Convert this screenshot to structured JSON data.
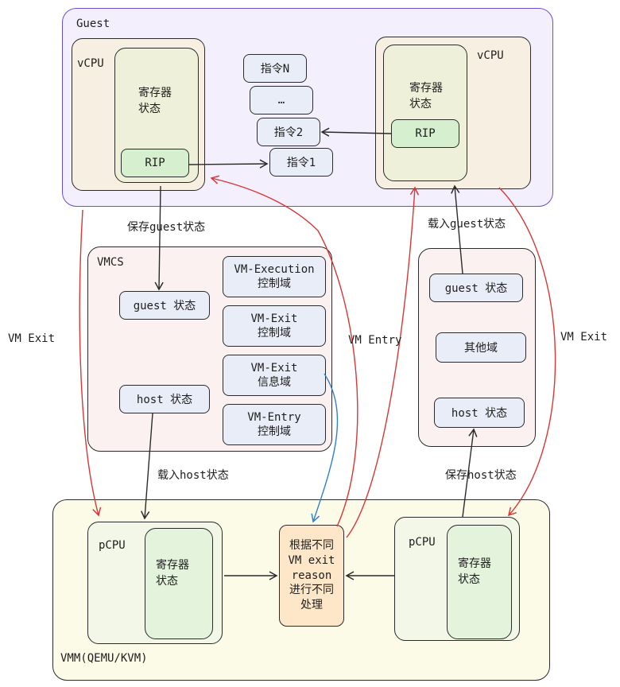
{
  "guest": {
    "title": "Guest",
    "left_vcpu": {
      "label": "vCPU",
      "registers": "寄存器\n状态",
      "rip": "RIP"
    },
    "right_vcpu": {
      "label": "vCPU",
      "registers": "寄存器\n状态",
      "rip": "RIP"
    },
    "instructions": [
      "指令N",
      "…",
      "指令2",
      "指令1"
    ]
  },
  "vmcs": {
    "title": "VMCS",
    "guest_state": "guest 状态",
    "host_state": "host 状态",
    "areas": [
      "VM-Execution\n控制域",
      "VM-Exit\n控制域",
      "VM-Exit\n信息域",
      "VM-Entry\n控制域"
    ]
  },
  "right_vmcs": {
    "guest_state": "guest 状态",
    "other": "其他域",
    "host_state": "host 状态"
  },
  "vmm": {
    "title": "VMM(QEMU/KVM)",
    "left_pcpu": {
      "label": "pCPU",
      "registers": "寄存器\n状态"
    },
    "right_pcpu": {
      "label": "pCPU",
      "registers": "寄存器\n状态"
    },
    "process": "根据不同\nVM exit\nreason\n进行不同\n处理"
  },
  "labels": {
    "save_guest": "保存guest状态",
    "load_guest": "载入guest状态",
    "load_host": "载入host状态",
    "save_host": "保存host状态",
    "vm_exit_left": "VM Exit",
    "vm_exit_right": "VM Exit",
    "vm_entry": "VM Entry"
  },
  "colors": {
    "guest_border": "#6a4fd8",
    "vm_exit_arrow": "#d93636",
    "info_arrow": "#2f80d1"
  }
}
